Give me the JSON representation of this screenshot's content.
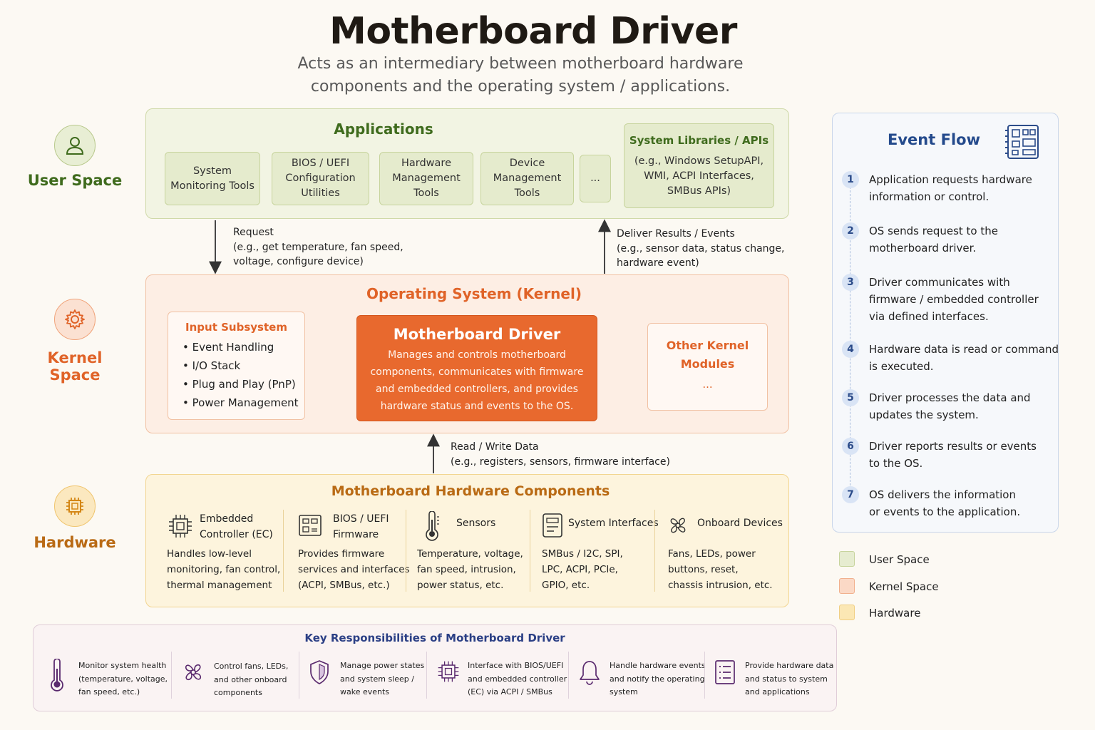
{
  "title": "Motherboard Driver",
  "subtitle_line1": "Acts as an intermediary between motherboard hardware",
  "subtitle_line2": "components and the operating system / applications.",
  "side": {
    "user": "User Space",
    "kernel": "Kernel Space",
    "hardware": "Hardware"
  },
  "applications": {
    "title": "Applications",
    "boxes": [
      [
        "System",
        "Monitoring Tools"
      ],
      [
        "BIOS / UEFI",
        "Configuration",
        "Utilities"
      ],
      [
        "Hardware",
        "Management",
        "Tools"
      ],
      [
        "Device",
        "Management",
        "Tools"
      ],
      [
        "..."
      ]
    ],
    "libs_title": "System Libraries / APIs",
    "libs_lines": [
      "(e.g., Windows SetupAPI,",
      "WMI, ACPI Interfaces,",
      "SMBus APIs)"
    ]
  },
  "request": {
    "title": "Request",
    "line2": "(e.g., get temperature, fan speed,",
    "line3": "voltage, configure device)"
  },
  "deliver": {
    "title": "Deliver Results / Events",
    "line2": "(e.g., sensor data, status change,",
    "line3": "hardware event)"
  },
  "kernel": {
    "title": "Operating System (Kernel)",
    "input_title": "Input Subsystem",
    "input_items": [
      "Event Handling",
      "I/O Stack",
      "Plug and Play (PnP)",
      "Power Management"
    ],
    "driver_title": "Motherboard Driver",
    "driver_lines": [
      "Manages and controls motherboard",
      "components, communicates with firmware",
      "and embedded controllers, and provides",
      "hardware status and events to the OS."
    ],
    "other_title1": "Other Kernel",
    "other_title2": "Modules",
    "other_more": "..."
  },
  "rw": {
    "title": "Read / Write Data",
    "line2": "(e.g., registers, sensors, firmware interface)"
  },
  "hardware": {
    "title": "Motherboard Hardware Components",
    "cols": [
      {
        "icon": "chip-icon",
        "title": [
          "Embedded",
          "Controller (EC)"
        ],
        "desc": [
          "Handles low-level",
          "monitoring, fan control,",
          "thermal management"
        ]
      },
      {
        "icon": "bios-chip-icon",
        "title": [
          "BIOS / UEFI",
          "Firmware"
        ],
        "desc": [
          "Provides firmware",
          "services and interfaces",
          "(ACPI, SMBus, etc.)"
        ]
      },
      {
        "icon": "thermometer-icon",
        "title": [
          "Sensors"
        ],
        "desc": [
          "Temperature, voltage,",
          "fan speed, intrusion,",
          "power status, etc."
        ]
      },
      {
        "icon": "interface-icon",
        "title": [
          "System Interfaces"
        ],
        "desc": [
          "SMBus / I2C, SPI,",
          "LPC, ACPI, PCIe,",
          "GPIO, etc."
        ]
      },
      {
        "icon": "fan-icon",
        "title": [
          "Onboard Devices"
        ],
        "desc": [
          "Fans, LEDs, power",
          "buttons, reset,",
          "chassis intrusion, etc."
        ]
      }
    ]
  },
  "responsibilities": {
    "title": "Key Responsibilities of Motherboard Driver",
    "items": [
      {
        "icon": "thermometer-icon",
        "lines": [
          "Monitor system health",
          "(temperature, voltage,",
          "fan speed, etc.)"
        ]
      },
      {
        "icon": "fan-icon",
        "lines": [
          "Control fans, LEDs,",
          "and other onboard",
          "components"
        ]
      },
      {
        "icon": "shield-icon",
        "lines": [
          "Manage power states",
          "and system sleep /",
          "wake events"
        ]
      },
      {
        "icon": "chip-icon",
        "lines": [
          "Interface with BIOS/UEFI",
          "and embedded controller",
          "(EC) via ACPI / SMBus"
        ]
      },
      {
        "icon": "bell-icon",
        "lines": [
          "Handle hardware events",
          "and notify the operating",
          "system"
        ]
      },
      {
        "icon": "list-icon",
        "lines": [
          "Provide hardware data",
          "and status to system",
          "and applications"
        ]
      }
    ]
  },
  "event_flow": {
    "title": "Event Flow",
    "steps": [
      {
        "num": "1",
        "lines": [
          "Application requests hardware",
          "information or control."
        ]
      },
      {
        "num": "2",
        "lines": [
          "OS sends request to the",
          "motherboard driver."
        ]
      },
      {
        "num": "3",
        "lines": [
          "Driver communicates with",
          "firmware / embedded controller",
          "via defined interfaces."
        ]
      },
      {
        "num": "4",
        "lines": [
          "Hardware data is read or command",
          "is executed."
        ]
      },
      {
        "num": "5",
        "lines": [
          "Driver processes the data and",
          "updates the system."
        ]
      },
      {
        "num": "6",
        "lines": [
          "Driver reports results or events",
          "to the OS."
        ]
      },
      {
        "num": "7",
        "lines": [
          "OS delivers the information",
          "or events to the application."
        ]
      }
    ]
  },
  "legend": {
    "items": [
      {
        "label": "User Space",
        "color": "#e6ecd0"
      },
      {
        "label": "Kernel Space",
        "color": "#fbd9c6"
      },
      {
        "label": "Hardware",
        "color": "#fbe7b4"
      }
    ]
  },
  "colors": {
    "user": "#3f6b1d",
    "kernel": "#e06328",
    "hardware": "#b96a14",
    "driver_bg": "#e8692e",
    "flow_title": "#244a8c",
    "resp_title": "#2b3f85"
  }
}
